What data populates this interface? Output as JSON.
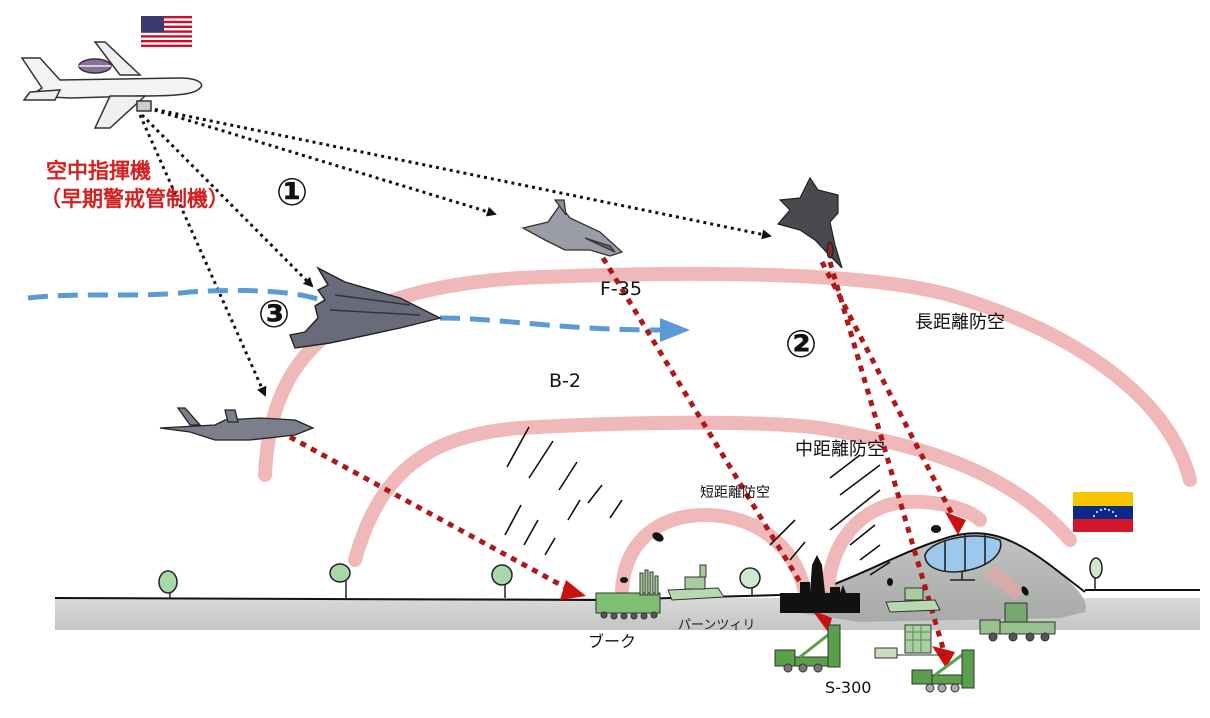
{
  "flags": {
    "usa": {
      "name": "United States",
      "colors": {
        "red": "#c8102e",
        "white": "#ffffff",
        "blue": "#3c3b6e"
      }
    },
    "venezuela": {
      "name": "Venezuela",
      "colors": {
        "yellow": "#f7c600",
        "blue": "#0a2a8a",
        "red": "#d0182a"
      }
    }
  },
  "command_aircraft": {
    "title": "空中指揮機",
    "subtitle": "（早期警戒管制機）"
  },
  "markers": {
    "one": "①",
    "two": "②",
    "three": "③"
  },
  "aircraft": {
    "f35": "F-35",
    "b2": "B-2"
  },
  "air_defense_zones": {
    "long_range": "長距離防空",
    "medium_range": "中距離防空",
    "short_range": "短距離防空"
  },
  "weapons": {
    "buk": "ブーク",
    "pantsir": "パーンツィリ",
    "s300": "S-300"
  },
  "colors": {
    "zone_arc": "#f0b8b8",
    "attack_line": "#b01818",
    "command_line": "#111111",
    "flight_path": "#5b9bd5",
    "command_text": "#d42020",
    "ground": "#cfd3cf",
    "vehicle": "#5aa04a"
  }
}
